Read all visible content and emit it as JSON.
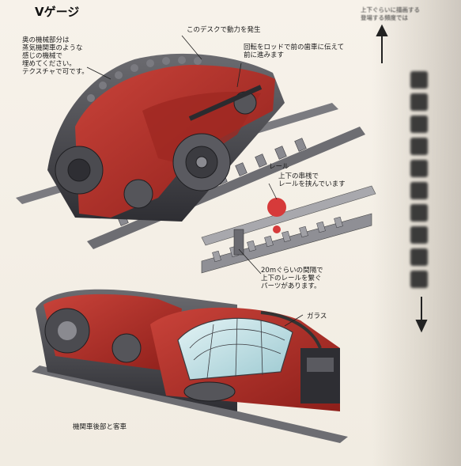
{
  "page": {
    "title": "Vゲージ"
  },
  "annotations": {
    "mechanism": "奥の機械部分は\n蒸気機関車のような\n感じの機械で\n埋めてください。\nテクスチャで可です。",
    "power_desk": "このデスクで動力を発生",
    "rod": "回転をロッドで前の歯車に伝えて\n前に進みます",
    "rail_title": "レール",
    "rail_desc": "上下の串桟で\nレールを挟んでいます",
    "connector": "20mぐらいの間隔で\n上下のレールを繋ぐ\nパーツがあります。",
    "glass": "ガラス",
    "rear": "機関車後部と客車"
  },
  "margin_note": {
    "top": "上下ぐらいに描画する\n登場する頻度では"
  },
  "colors": {
    "body_red": "#b8322a",
    "dark_metal": "#4a4a4e",
    "rail_gray": "#8c8c90",
    "glass": "#bfe0e6",
    "accent_red": "#d63a3a"
  }
}
